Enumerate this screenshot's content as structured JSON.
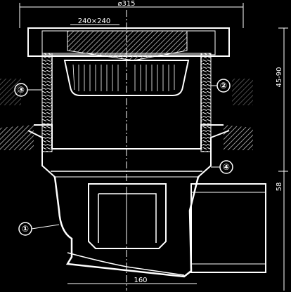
{
  "figure": {
    "top_dimension": "⌀315",
    "grate_size": "240×240",
    "bottom_dimension": "160",
    "right_dimension_1": "45-90",
    "right_dimension_2": "58"
  },
  "callouts": [
    {
      "id": "callout-1",
      "label": "①"
    },
    {
      "id": "callout-2",
      "label": "②"
    },
    {
      "id": "callout-3",
      "label": "③"
    },
    {
      "id": "callout-4",
      "label": "④"
    }
  ],
  "colors": {
    "background": "#000000",
    "lines": "#ffffff",
    "hatch": "#bbbbbb"
  }
}
